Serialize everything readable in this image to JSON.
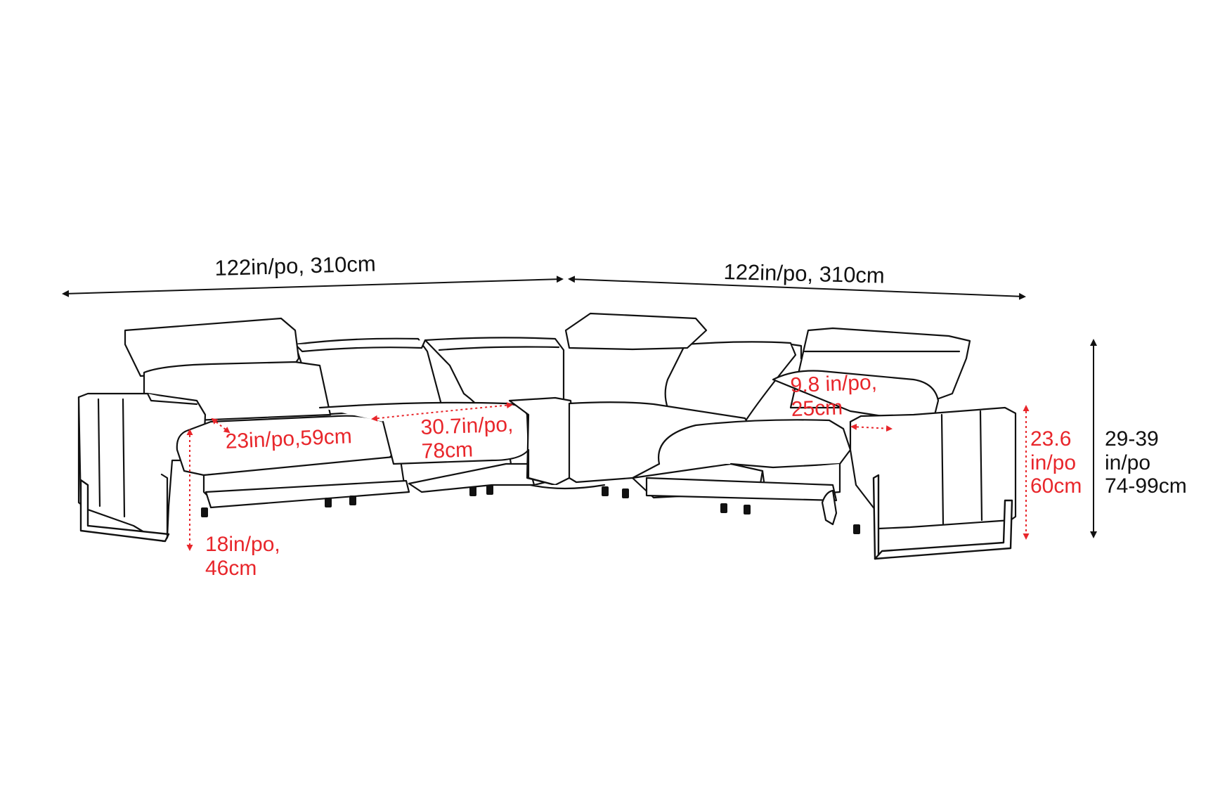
{
  "colors": {
    "measure": "#e8262b",
    "outline": "#111111",
    "background": "#ffffff"
  },
  "dimensions": {
    "left_width": "122in/po, 310cm",
    "right_width": "122in/po, 310cm",
    "seat_depth_left": "23in/po,59cm",
    "seat_width_line1": "30.7in/po,",
    "seat_width_line2": "78cm",
    "headrest_line1": "9.8 in/po,",
    "headrest_line2": "25cm",
    "seat_height_line1": "18in/po,",
    "seat_height_line2": "46cm",
    "arm_height_line1": "23.6",
    "arm_height_line2": "in/po",
    "arm_height_line3": "60cm",
    "total_height_line1": "29-39",
    "total_height_line2": "in/po",
    "total_height_line3": "74-99cm"
  }
}
